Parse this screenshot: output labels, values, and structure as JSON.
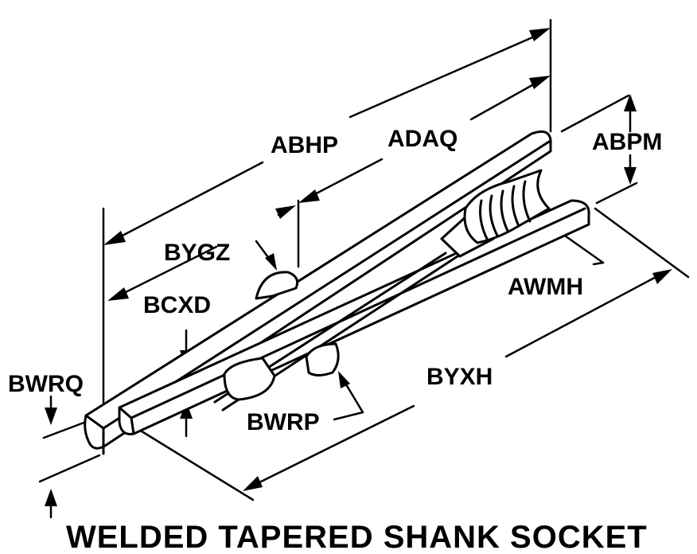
{
  "diagram": {
    "title": "WELDED TAPERED SHANK SOCKET",
    "labels": {
      "abhp": "ABHP",
      "adaq": "ADAQ",
      "abpm": "ABPM",
      "bygz": "BYGZ",
      "bcxd": "BCXD",
      "awmh": "AWMH",
      "bwrq": "BWRQ",
      "byxh": "BYXH",
      "bwrp": "BWRP"
    }
  }
}
